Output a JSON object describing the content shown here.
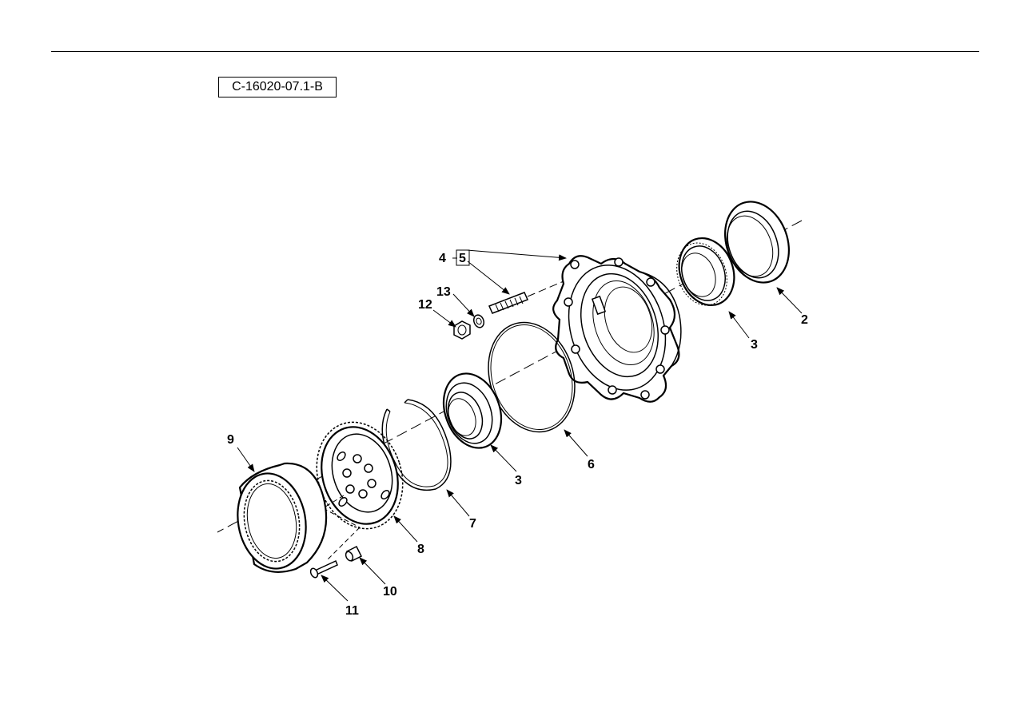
{
  "figure_id": "C-16020-07.1-B",
  "callouts": {
    "c2": "2",
    "c3a": "3",
    "c3b": "3",
    "c4": "4",
    "c5": "5",
    "c6": "6",
    "c7": "7",
    "c8": "8",
    "c9": "9",
    "c10": "10",
    "c11": "11",
    "c12": "12",
    "c13": "13"
  }
}
